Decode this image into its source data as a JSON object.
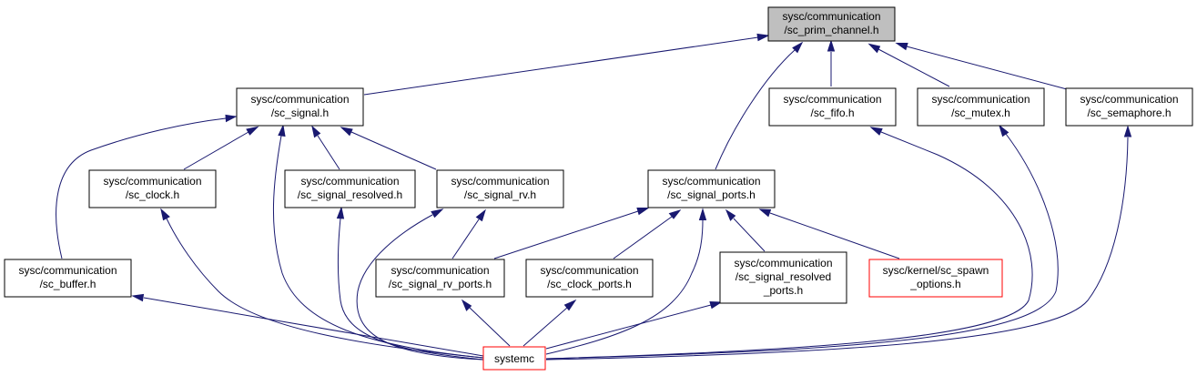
{
  "colors": {
    "edge": "#191970",
    "node_border": "#000000",
    "node_fill": "#ffffff",
    "root_fill": "#bfbfbf",
    "highlight_border": "#ff0000"
  },
  "nodes": {
    "prim_channel": {
      "line1": "sysc/communication",
      "line2": "/sc_prim_channel.h"
    },
    "signal": {
      "line1": "sysc/communication",
      "line2": "/sc_signal.h"
    },
    "fifo": {
      "line1": "sysc/communication",
      "line2": "/sc_fifo.h"
    },
    "mutex": {
      "line1": "sysc/communication",
      "line2": "/sc_mutex.h"
    },
    "semaphore": {
      "line1": "sysc/communication",
      "line2": "/sc_semaphore.h"
    },
    "clock": {
      "line1": "sysc/communication",
      "line2": "/sc_clock.h"
    },
    "signal_resolved": {
      "line1": "sysc/communication",
      "line2": "/sc_signal_resolved.h"
    },
    "signal_rv": {
      "line1": "sysc/communication",
      "line2": "/sc_signal_rv.h"
    },
    "signal_ports": {
      "line1": "sysc/communication",
      "line2": "/sc_signal_ports.h"
    },
    "buffer": {
      "line1": "sysc/communication",
      "line2": "/sc_buffer.h"
    },
    "signal_rv_ports": {
      "line1": "sysc/communication",
      "line2": "/sc_signal_rv_ports.h"
    },
    "clock_ports": {
      "line1": "sysc/communication",
      "line2": "/sc_clock_ports.h"
    },
    "signal_resolved_ports": {
      "line1": "sysc/communication",
      "line2": "/sc_signal_resolved",
      "line3": "_ports.h"
    },
    "spawn_options": {
      "line1": "sysc/kernel/sc_spawn",
      "line2": "_options.h"
    },
    "systemc": {
      "line1": "systemc"
    }
  },
  "edges": [
    {
      "from": "signal",
      "to": "prim_channel"
    },
    {
      "from": "fifo",
      "to": "prim_channel"
    },
    {
      "from": "mutex",
      "to": "prim_channel"
    },
    {
      "from": "semaphore",
      "to": "prim_channel"
    },
    {
      "from": "signal_ports",
      "to": "prim_channel"
    },
    {
      "from": "clock",
      "to": "signal"
    },
    {
      "from": "signal_resolved",
      "to": "signal"
    },
    {
      "from": "signal_rv",
      "to": "signal"
    },
    {
      "from": "buffer",
      "to": "signal"
    },
    {
      "from": "systemc",
      "to": "signal"
    },
    {
      "from": "systemc",
      "to": "clock"
    },
    {
      "from": "systemc",
      "to": "signal_resolved"
    },
    {
      "from": "systemc",
      "to": "signal_rv"
    },
    {
      "from": "signal_rv_ports",
      "to": "signal_rv"
    },
    {
      "from": "signal_rv_ports",
      "to": "signal_ports"
    },
    {
      "from": "clock_ports",
      "to": "signal_ports"
    },
    {
      "from": "signal_resolved_ports",
      "to": "signal_ports"
    },
    {
      "from": "spawn_options",
      "to": "signal_ports"
    },
    {
      "from": "systemc",
      "to": "signal_ports"
    },
    {
      "from": "systemc",
      "to": "buffer"
    },
    {
      "from": "systemc",
      "to": "signal_rv_ports"
    },
    {
      "from": "systemc",
      "to": "clock_ports"
    },
    {
      "from": "systemc",
      "to": "signal_resolved_ports"
    },
    {
      "from": "systemc",
      "to": "fifo"
    },
    {
      "from": "systemc",
      "to": "mutex"
    },
    {
      "from": "systemc",
      "to": "semaphore"
    }
  ]
}
